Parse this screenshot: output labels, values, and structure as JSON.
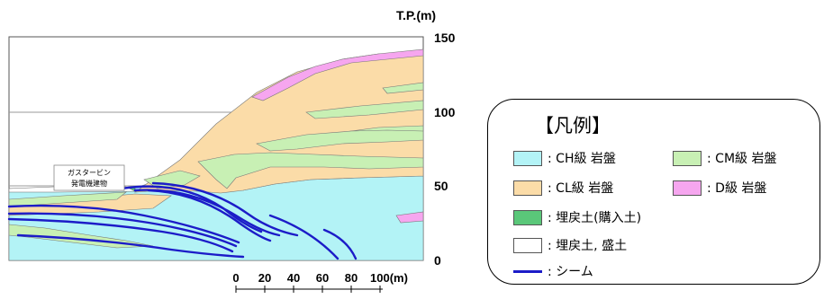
{
  "axis": {
    "elevation_label": "T.P.(m)",
    "elevation_ticks": [
      "150",
      "100",
      "50",
      "0"
    ]
  },
  "scale_bar": {
    "labels": [
      "0",
      "20",
      "40",
      "60",
      "80",
      "100(m)"
    ]
  },
  "callout": {
    "line1": "ガスタービン",
    "line2": "発電機建物"
  },
  "legend": {
    "title": "【凡例】",
    "items": [
      {
        "key": "ch",
        "label": ": CH級 岩盤",
        "color": "#b3f3f6"
      },
      {
        "key": "cm",
        "label": ": CM級 岩盤",
        "color": "#c8f0b4"
      },
      {
        "key": "cl",
        "label": ": CL級 岩盤",
        "color": "#fbdca8"
      },
      {
        "key": "d",
        "label": ": D級 岩盤",
        "color": "#f6a6ef"
      },
      {
        "key": "fill_purchased",
        "label": ": 埋戻土(購入土)",
        "color": "#5ac779"
      },
      {
        "key": "fill",
        "label": ": 埋戻土, 盛土",
        "color": "#ffffff"
      },
      {
        "key": "seam",
        "label": ": シーム",
        "color": "#1c1cc8"
      }
    ]
  }
}
